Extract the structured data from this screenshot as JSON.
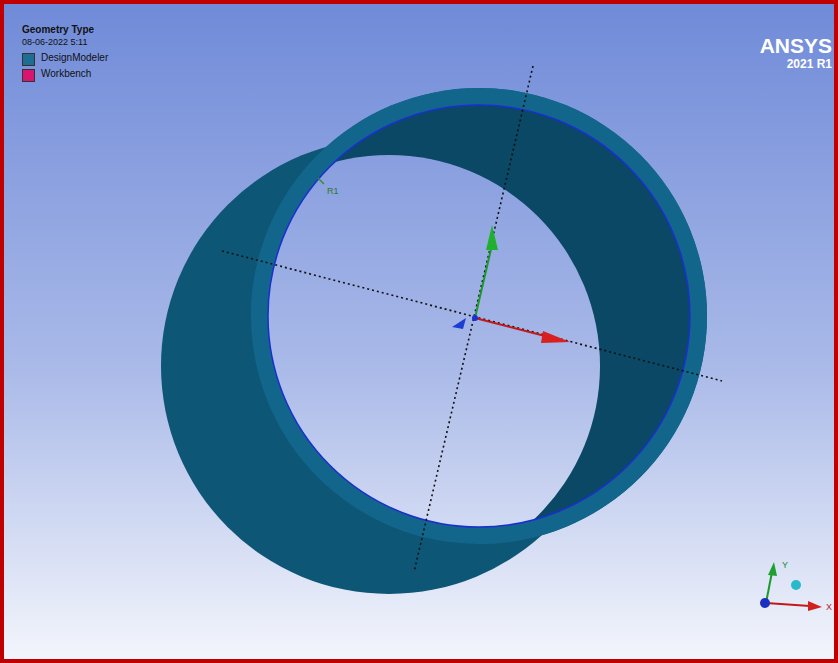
{
  "diagram": {
    "labels": [
      "Geometry Type",
      "08-06-2022 5:11",
      "ANSYS",
      "2021 R1",
      "R1",
      "Y",
      "X"
    ],
    "legend": [
      {
        "text": "DesignModeler",
        "color": "#1f6e91"
      },
      {
        "text": "Workbench",
        "color": "#d6166f"
      }
    ]
  }
}
